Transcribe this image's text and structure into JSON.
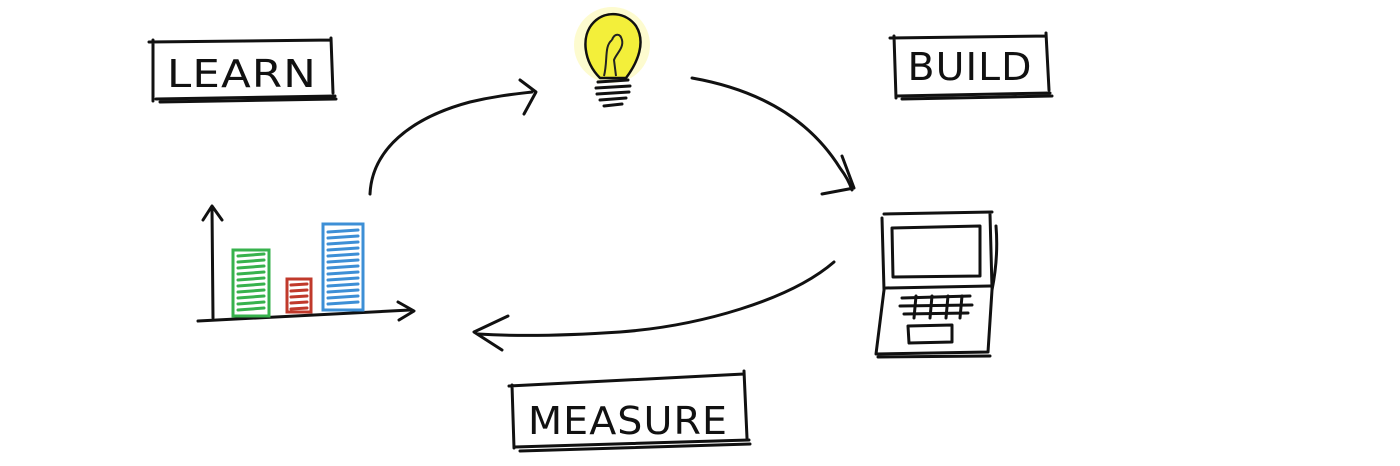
{
  "labels": {
    "learn": "LEARN",
    "build": "BUILD",
    "measure": "MEASURE"
  },
  "icons": {
    "idea": "lightbulb-icon",
    "build": "laptop-icon",
    "learn": "bar-chart-icon"
  },
  "colors": {
    "ink": "#111111",
    "bulb_glow": "#f3ef3a",
    "bar_green": "#37b24d",
    "bar_red": "#c0392b",
    "bar_blue": "#3d8fd6"
  }
}
